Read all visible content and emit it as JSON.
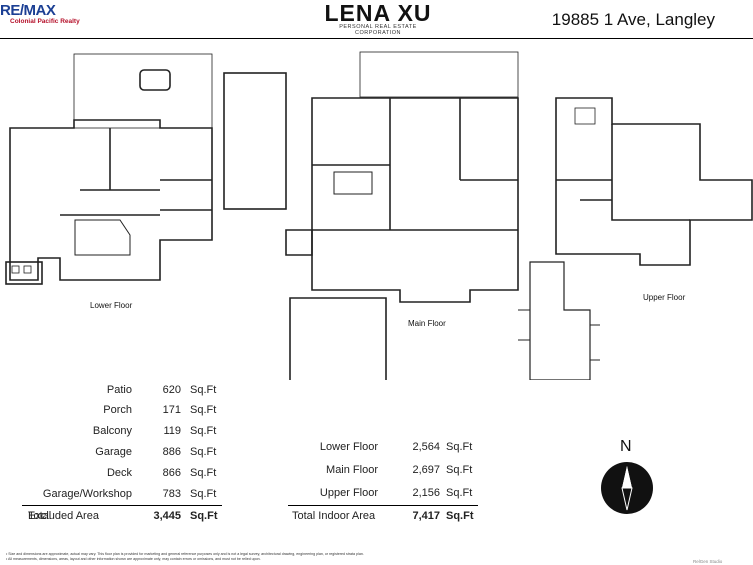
{
  "header": {
    "brokerage_logo": "RE/MAX",
    "brokerage_sub": "Colonial Pacific Realty",
    "agent_name": "LENA XU",
    "agent_sub": "PERSONAL REAL ESTATE CORPORATION",
    "address": "19885 1 Ave, Langley"
  },
  "floors": {
    "lower": "Lower Floor",
    "main": "Main Floor",
    "upper": "Upper Floor"
  },
  "excluded_areas": {
    "rows": [
      {
        "label": "Patio",
        "value": "620",
        "unit": "Sq.Ft"
      },
      {
        "label": "Porch",
        "value": "171",
        "unit": "Sq.Ft"
      },
      {
        "label": "Balcony",
        "value": "119",
        "unit": "Sq.Ft"
      },
      {
        "label": "Garage",
        "value": "886",
        "unit": "Sq.Ft"
      },
      {
        "label": "Deck",
        "value": "866",
        "unit": "Sq.Ft"
      },
      {
        "label": "Garage/Workshop",
        "value": "783",
        "unit": "Sq.Ft"
      }
    ],
    "total": {
      "label": "Excluded Area",
      "label_suffix": "Total",
      "value": "3,445",
      "unit": "Sq.Ft"
    }
  },
  "indoor_areas": {
    "rows": [
      {
        "label": "Lower Floor",
        "value": "2,564",
        "unit": "Sq.Ft"
      },
      {
        "label": "Main Floor",
        "value": "2,697",
        "unit": "Sq.Ft"
      },
      {
        "label": "Upper Floor",
        "value": "2,156",
        "unit": "Sq.Ft"
      }
    ],
    "total": {
      "label": "Total Indoor Area",
      "value": "7,417",
      "unit": "Sq.Ft"
    }
  },
  "compass": {
    "label": "N"
  },
  "footnote": {
    "line1": "• Size and dimensions are approximate, actual may vary. This floor plan is provided for marketing and general reference purposes only and is not a legal survey, architectural drawing, engineering plan, or registered strata plan.",
    "line2": "• All measurements, dimensions, areas, layout and other information shown are approximate only, may contain errors or omissions, and must not be relied upon."
  },
  "brand": "RelGen Studio"
}
